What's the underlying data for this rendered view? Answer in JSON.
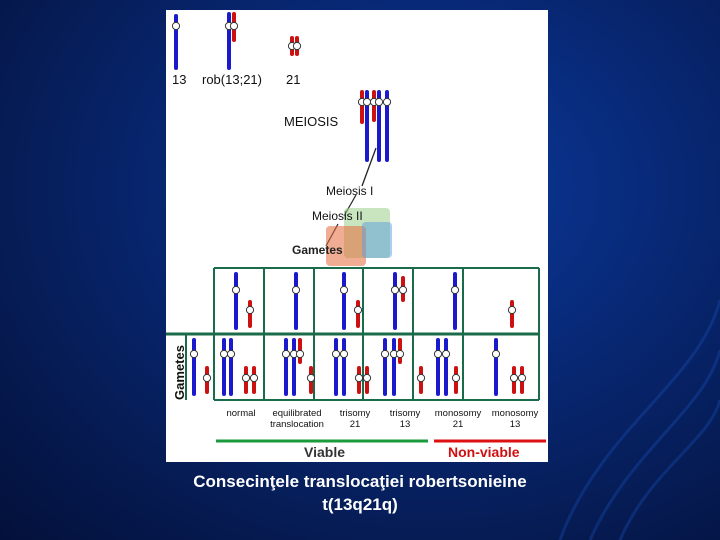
{
  "figure": {
    "top_labels": {
      "chr13": "13",
      "rob": "rob(13;21)",
      "chr21": "21"
    },
    "meiosis_label": "MEIOSIS",
    "meiosis_i": "Meiosis I",
    "meiosis_ii": "Meiosis II",
    "gametes_label": "Gametes",
    "side_label": "Gametes",
    "columns": [
      {
        "line1": "normal",
        "line2": ""
      },
      {
        "line1": "equilibrated",
        "line2": "translocation"
      },
      {
        "line1": "trisomy",
        "line2": "21"
      },
      {
        "line1": "trisomy",
        "line2": "13"
      },
      {
        "line1": "monosomy",
        "line2": "21"
      },
      {
        "line1": "monosomy",
        "line2": "13"
      }
    ],
    "viable": "Viable",
    "non_viable": "Non-viable",
    "colors": {
      "chr13": "#1a1acc",
      "chr21": "#cc1111",
      "grid": "#1a6b4a",
      "viable_bar": "#1a9a3a",
      "nonviable_bar": "#dd1111"
    }
  },
  "caption": {
    "line1": "Consecinţele translocaţiei robertsonieine",
    "line2": "t(13q21q)"
  }
}
